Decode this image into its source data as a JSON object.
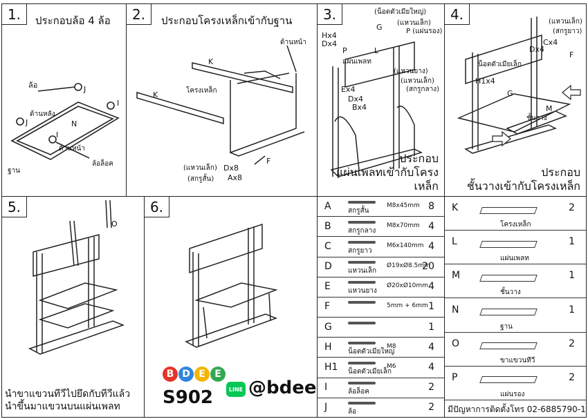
{
  "panels": {
    "p1": {
      "num": "1.",
      "title": "ประกอบล้อ 4 ล้อ",
      "labels": {
        "wheel": "ล้อ",
        "j1": "J",
        "j2": "J",
        "back": "ด้านหลัง",
        "n": "N",
        "i1": "I",
        "i2": "I",
        "front": "ด้านหน้า",
        "lockwheel": "ล้อล็อค",
        "base": "ฐาน"
      }
    },
    "p2": {
      "num": "2.",
      "title": "ประกอบโครงเหล็กเข้ากับฐาน",
      "labels": {
        "front": "ด้านหน้า",
        "k1": "K",
        "frame": "โครงเหล็ก",
        "k2": "K",
        "washer": "(แหวนเล็ก)",
        "screw": "(สกรูสั้น)",
        "dx8": "Dx8",
        "ax8": "Ax8",
        "f": "F"
      }
    },
    "p3": {
      "num": "3.",
      "labels": {
        "g": "G",
        "hexnut": "(น็อตตัวเมียใหญ่)",
        "smallwasher": "(แหวนเล็ก)",
        "p_label": "P (แผ่นรอง)",
        "hx4": "Hx4",
        "dx4a": "Dx4",
        "p": "P",
        "plate": "แผ่นเพลท",
        "l": "L",
        "rubber": "(แหวนยาง)",
        "smallwasher2": "(แหวนเล็ก)",
        "medscrew": "(สกรูกลาง)",
        "ex4": "Ex4",
        "dx4b": "Dx4",
        "bx4": "Bx4"
      },
      "caption_l1": "ประกอบ",
      "caption_l2": "แผ่นเพลทเข้ากับโครงเหล็ก"
    },
    "p4": {
      "num": "4.",
      "labels": {
        "washer": "(แหวนเล็ก)",
        "longscrew": "(สกรูยาว)",
        "cx4": "Cx4",
        "dx4": "Dx4",
        "f": "F",
        "smallnut": "น็อตตัวเมียเล็ก",
        "hx4": "H1x4",
        "g": "G",
        "m": "M",
        "shelf": "ชั้นวาง"
      },
      "caption_l1": "ประกอบ",
      "caption_l2": "ชั้นวางเข้ากับโครงเหล็ก"
    },
    "p5": {
      "num": "5.",
      "labels": {
        "o": "O"
      },
      "caption_l1": "นำขาแขวนทีวีไปยึดกับทีวีแล้ว",
      "caption_l2": "นำขึ้นมาแขวนบนแผ่นเพลท"
    },
    "p6": {
      "num": "6.",
      "model": "S902",
      "brand_letters": [
        "B",
        "D",
        "E",
        "E"
      ],
      "line_label": "LINE",
      "line_id": "@bdee"
    }
  },
  "parts_left": [
    {
      "code": "A",
      "name": "สกรูสั้น",
      "spec": "M8x45mm",
      "qty": "8"
    },
    {
      "code": "B",
      "name": "สกรูกลาง",
      "spec": "M8x70mm",
      "qty": "4"
    },
    {
      "code": "C",
      "name": "สกรูยาว",
      "spec": "M6x140mm",
      "qty": "4"
    },
    {
      "code": "D",
      "name": "แหวนเล็ก",
      "spec": "Ø19xØ8.5mm",
      "qty": "20"
    },
    {
      "code": "E",
      "name": "แหวนยาง",
      "spec": "Ø20xØ10mm",
      "qty": "4"
    },
    {
      "code": "F",
      "name": "",
      "spec": "5mm + 6mm",
      "qty": "1"
    },
    {
      "code": "G",
      "name": "",
      "spec": "",
      "qty": "1"
    },
    {
      "code": "H",
      "name": "น็อตตัวเมียใหญ่",
      "spec": "M8",
      "qty": "4"
    },
    {
      "code": "H1",
      "name": "น็อตตัวเมียเล็ก",
      "spec": "M6",
      "qty": "4"
    },
    {
      "code": "I",
      "name": "ล้อล็อค",
      "spec": "",
      "qty": "2"
    },
    {
      "code": "J",
      "name": "ล้อ",
      "spec": "",
      "qty": "2"
    }
  ],
  "parts_right": [
    {
      "code": "K",
      "name": "โครงเหล็ก",
      "qty": "2"
    },
    {
      "code": "L",
      "name": "แผ่นเพลท",
      "qty": "1"
    },
    {
      "code": "M",
      "name": "ชั้นวาง",
      "qty": "1"
    },
    {
      "code": "N",
      "name": "ฐาน",
      "qty": "1"
    },
    {
      "code": "O",
      "name": "ขาแขวนทีวี",
      "qty": "2"
    },
    {
      "code": "P",
      "name": "แผ่นรอง",
      "qty": "2"
    }
  ],
  "footer": "มีปัญหาการติดตั้งโทร 02-6885790-1",
  "colors": {
    "b": "#e63329",
    "d": "#2e86de",
    "e1": "#f4b400",
    "e2": "#33a852",
    "line": "#06c755"
  }
}
